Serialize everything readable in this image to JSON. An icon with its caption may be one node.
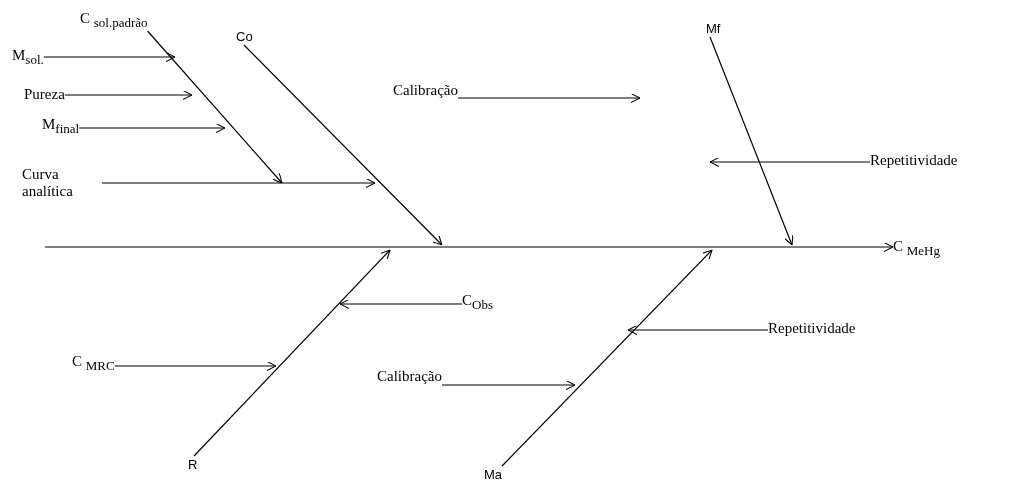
{
  "diagram": {
    "nodes": [
      {
        "text": [
          "C $_{sol.padrão}$"
        ]
      },
      {
        "text": [
          "M$_{sol.}$"
        ]
      },
      {
        "text": [
          "Pureza"
        ]
      },
      {
        "text": [
          "M$_{final}$"
        ]
      },
      {
        "text": [
          "Curva analítica"
        ]
      },
      {
        "text": [
          "Co"
        ]
      },
      {
        "text": [
          "Calibração"
        ]
      },
      {
        "text": [
          "Mf"
        ]
      },
      {
        "text": [
          "Repetitividade"
        ]
      },
      {
        "text": [
          "C $_{MeHg}$"
        ]
      },
      {
        "text": [
          "C$_{Obs}$"
        ]
      },
      {
        "text": [
          "C $_{MRC}$"
        ]
      },
      {
        "text": [
          "R"
        ]
      },
      {
        "text": [
          "Calibração"
        ]
      },
      {
        "text": [
          "Repetitividade"
        ]
      },
      {
        "text": [
          "Ma"
        ]
      }
    ],
    "edges": [
      {
        "from": 0,
        "to": null,
        "arrow": "to"
      },
      {
        "from": 1,
        "to": null,
        "arrow": "to"
      },
      {
        "from": 2,
        "to": null,
        "arrow": "to"
      },
      {
        "from": 3,
        "to": null,
        "arrow": "to"
      },
      {
        "from": 4,
        "to": null,
        "arrow": "to"
      },
      {
        "from": 5,
        "to": null,
        "arrow": "to"
      },
      {
        "from": 6,
        "to": null,
        "arrow": "to"
      },
      {
        "from": 7,
        "to": null,
        "arrow": "to"
      },
      {
        "from": 8,
        "to": null,
        "arrow": "to"
      },
      {
        "from": null,
        "to": 9,
        "arrow": "to"
      },
      {
        "from": 10,
        "to": null,
        "arrow": "to"
      },
      {
        "from": 11,
        "to": null,
        "arrow": "to"
      },
      {
        "from": 12,
        "to": null,
        "arrow": "to"
      },
      {
        "from": 13,
        "to": null,
        "arrow": "to"
      },
      {
        "from": 14,
        "to": null,
        "arrow": "to"
      },
      {
        "from": 15,
        "to": null,
        "arrow": "to"
      }
    ]
  }
}
